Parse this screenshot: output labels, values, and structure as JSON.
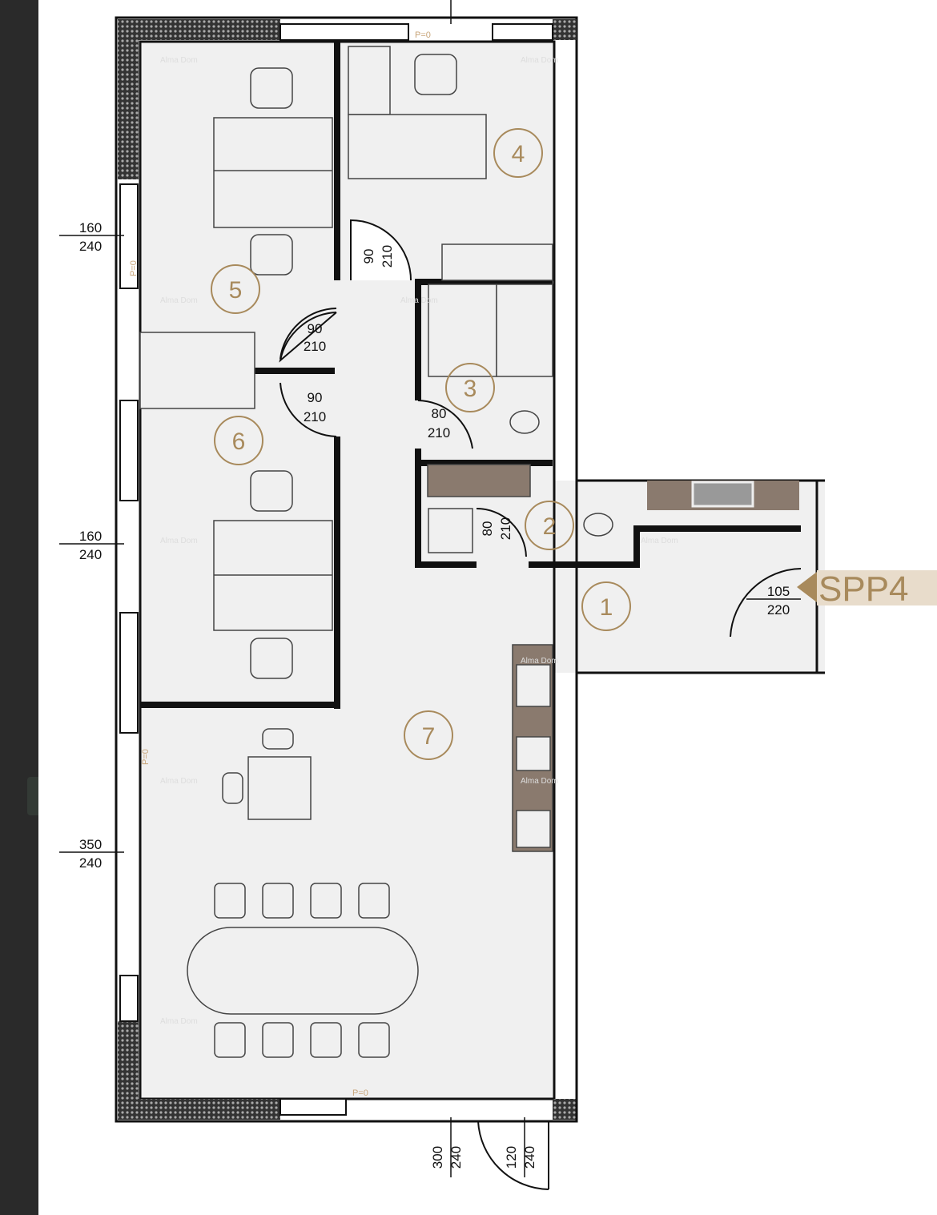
{
  "viewer": {
    "sidebar": "dark"
  },
  "plan": {
    "rooms": [
      "1",
      "2",
      "3",
      "4",
      "5",
      "6",
      "7"
    ],
    "entrance_label": "SPP4",
    "watermark": "Alma Dom",
    "floor_level": "P=0",
    "window_dims": [
      {
        "top": "160",
        "bottom": "240"
      },
      {
        "top": "160",
        "bottom": "240"
      },
      {
        "top": "350",
        "bottom": "240"
      },
      {
        "top": "300",
        "bottom": "240"
      },
      {
        "top": "120",
        "bottom": "240"
      }
    ],
    "door_dims": [
      {
        "top": "90",
        "bottom": "210"
      },
      {
        "top": "90",
        "bottom": "210"
      },
      {
        "top": "90",
        "bottom": "210"
      },
      {
        "top": "80",
        "bottom": "210"
      },
      {
        "top": "80",
        "bottom": "210"
      },
      {
        "top": "105",
        "bottom": "220"
      }
    ]
  },
  "colors": {
    "accent": "#a88a5c",
    "wall": "#111111",
    "floor": "#f0f0f0",
    "counter": "#8a7a6e",
    "sidebar": "#2a2a2a"
  }
}
